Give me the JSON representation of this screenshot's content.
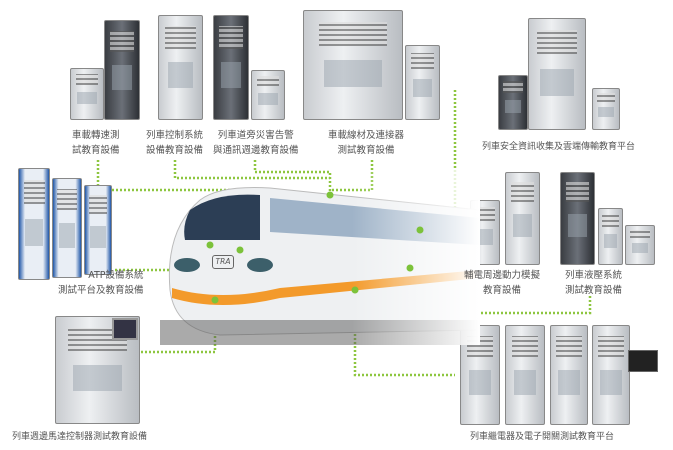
{
  "train": {
    "logo": "TRA"
  },
  "accent_colors": {
    "line": "#8dc63f",
    "train_stripe": "#f39a2b"
  },
  "labels": [
    {
      "id": "speed",
      "lines": [
        "車載轉速測",
        "試教育設備"
      ]
    },
    {
      "id": "control",
      "lines": [
        "列車控制系統",
        "設備教育設備"
      ]
    },
    {
      "id": "disaster",
      "lines": [
        "列車道旁災害告警",
        "與通訊週邊教育設備"
      ]
    },
    {
      "id": "wire",
      "lines": [
        "車載線材及連接器",
        "測試教育設備"
      ]
    },
    {
      "id": "safety",
      "lines": [
        "列車安全資訊收集及雲端傳輸教育平台"
      ]
    },
    {
      "id": "atp",
      "lines": [
        "ATP設備系統",
        "測試平台及教育設備"
      ]
    },
    {
      "id": "power",
      "lines": [
        "輔電周邊動力模擬",
        "教育設備"
      ]
    },
    {
      "id": "hydraulic",
      "lines": [
        "列車液壓系統",
        "測試教育設備"
      ]
    },
    {
      "id": "motor",
      "lines": [
        "列車週邊馬達控制器測試教育設備"
      ]
    },
    {
      "id": "relay",
      "lines": [
        "列車繼電器及電子開關測試教育平台"
      ]
    }
  ]
}
